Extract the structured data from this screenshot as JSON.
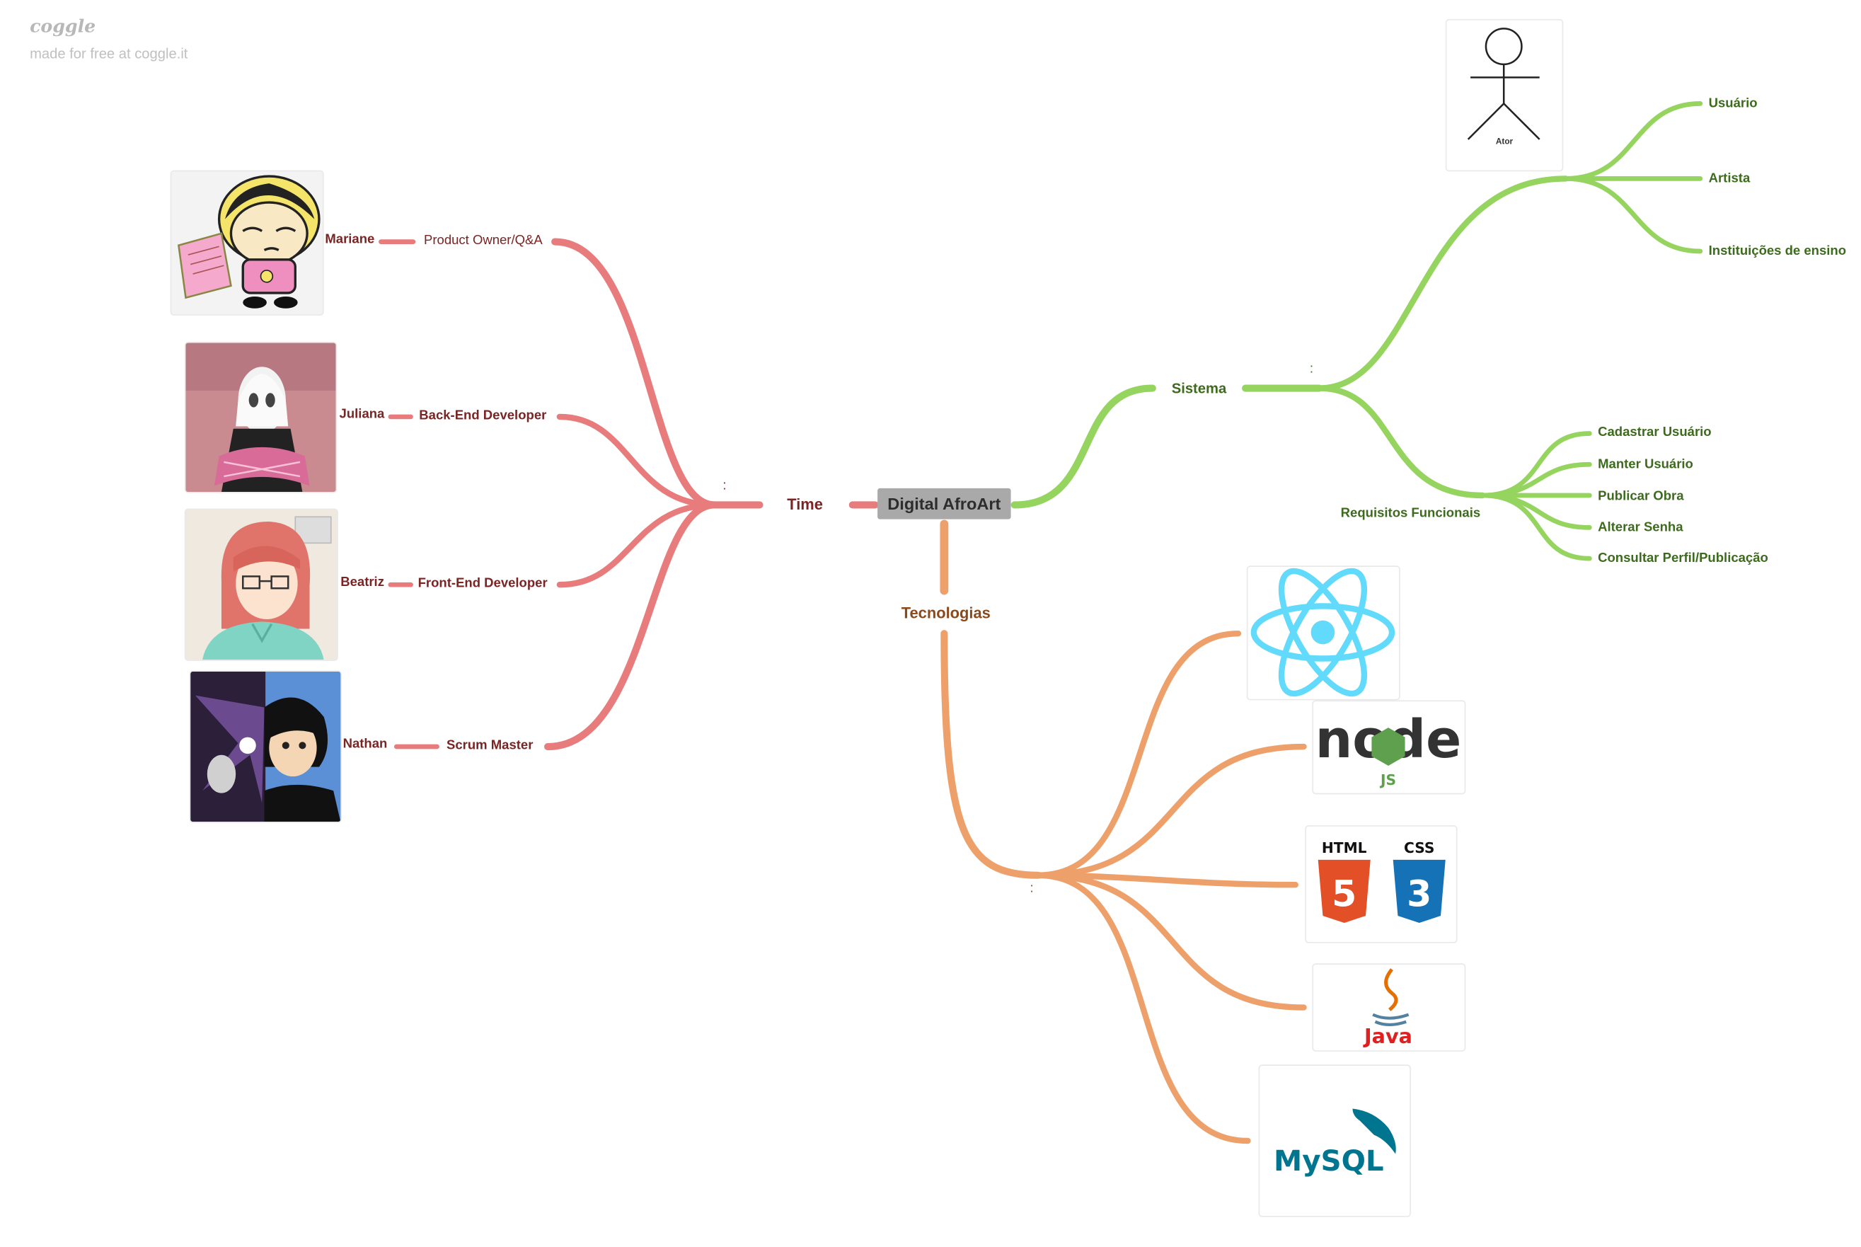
{
  "brand": {
    "logo": "coggle",
    "tagline": "made for free at coggle.it"
  },
  "root": {
    "label": "Digital AfroArt"
  },
  "colors": {
    "team": "#e87c7c",
    "system": "#95d45f",
    "tech": "#eea06a",
    "root_bg": "#a9a9a9"
  },
  "team": {
    "label": "Time",
    "colon": ":",
    "members": [
      {
        "name": "Mariane",
        "role": "Product Owner/Q&A",
        "avatar": "cartoon-girl-with-papers"
      },
      {
        "name": "Juliana",
        "role": "Back-End Developer",
        "avatar": "spider-gwen"
      },
      {
        "name": "Beatriz",
        "role": "Front-End Developer",
        "avatar": "anime-girl-glasses"
      },
      {
        "name": "Nathan",
        "role": "Scrum Master",
        "avatar": "anime-boy-split"
      }
    ]
  },
  "system": {
    "label": "Sistema",
    "colon": ":",
    "actor_image": {
      "caption": "Ator",
      "icon": "stick-figure-actor"
    },
    "actors": [
      "Usuário",
      "Artista",
      "Instituições de ensino"
    ],
    "requirements": {
      "label": "Requisitos Funcionais",
      "items": [
        "Cadastrar Usuário",
        "Manter Usuário",
        "Publicar Obra",
        "Alterar Senha",
        "Consultar Perfil/Publicação"
      ]
    }
  },
  "tech": {
    "label": "Tecnologias",
    "colon": ":",
    "logos": [
      {
        "name": "react-logo"
      },
      {
        "name": "nodejs-logo",
        "text": "node",
        "sub": "JS"
      },
      {
        "name": "html-css-logo",
        "text1": "HTML",
        "text2": "CSS",
        "num1": "5",
        "num2": "3"
      },
      {
        "name": "java-logo",
        "text": "Java"
      },
      {
        "name": "mysql-logo",
        "text": "MySQL"
      }
    ]
  }
}
